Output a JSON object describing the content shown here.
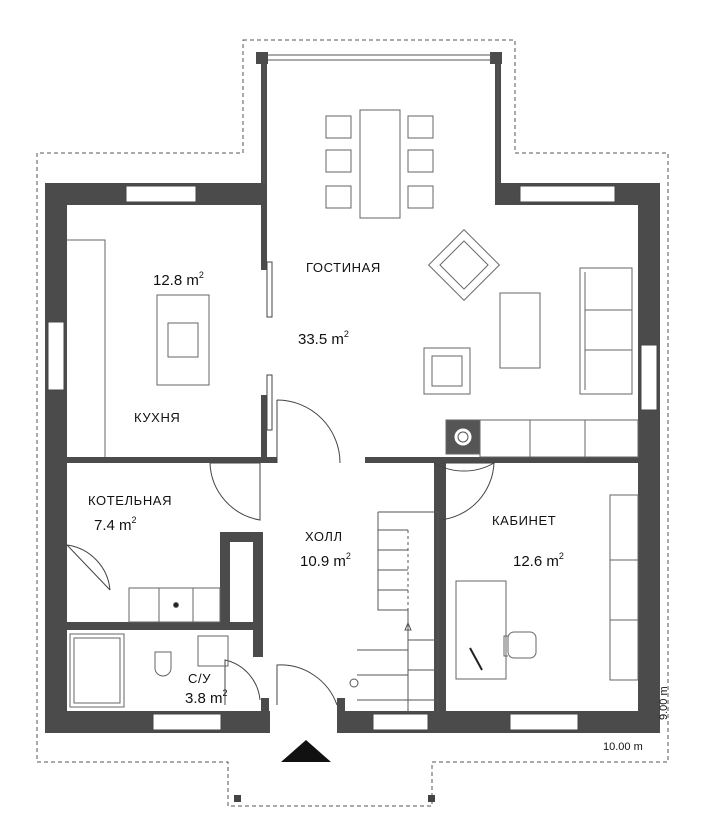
{
  "rooms": {
    "kitchen": {
      "name": "КУХНЯ",
      "area_value": "12.8 m",
      "area_exp": "2"
    },
    "living": {
      "name": "ГОСТИНАЯ",
      "area_value": "33.5 m",
      "area_exp": "2"
    },
    "boiler": {
      "name": "КОТЕЛЬНАЯ",
      "area_value": "7.4 m",
      "area_exp": "2"
    },
    "hall": {
      "name": "ХОЛЛ",
      "area_value": "10.9 m",
      "area_exp": "2"
    },
    "office": {
      "name": "КАБИНЕТ",
      "area_value": "12.6 m",
      "area_exp": "2"
    },
    "bath": {
      "name": "С/У",
      "area_value": "3.8 m",
      "area_exp": "2"
    }
  },
  "dimensions": {
    "width": "10.00 m",
    "depth": "9.00 m"
  },
  "colors": {
    "wall": "#4b4b4b",
    "line": "#444444",
    "dash": "#555555",
    "furniture": "#666666",
    "background": "#ffffff"
  }
}
